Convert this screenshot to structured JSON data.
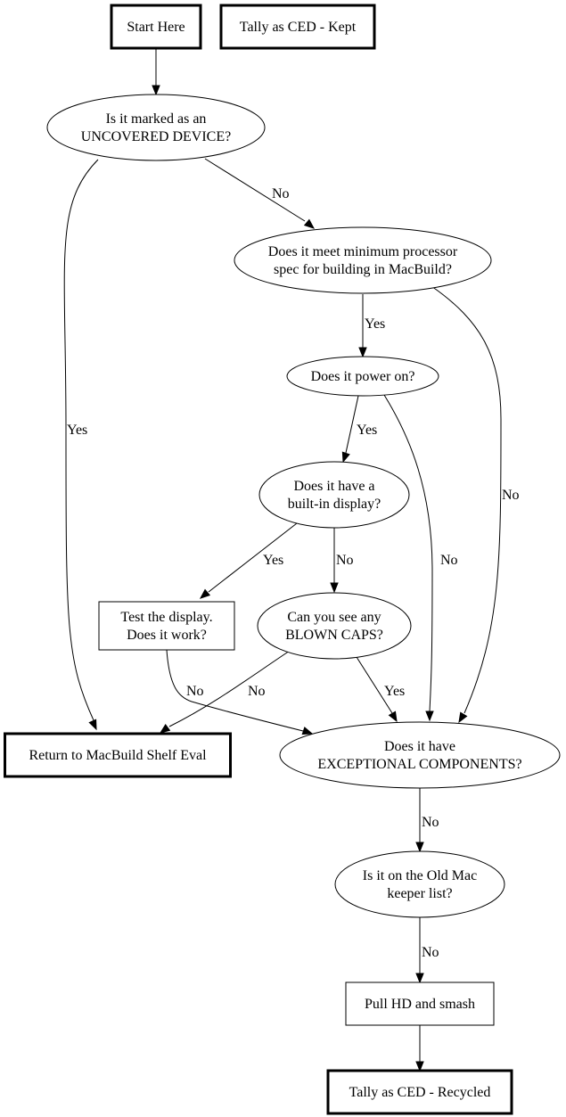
{
  "diagram": {
    "type": "flowchart",
    "nodes": {
      "start": {
        "shape": "box-bold",
        "lines": [
          "Start Here"
        ]
      },
      "kept": {
        "shape": "box-bold",
        "lines": [
          "Tally as CED - Kept"
        ]
      },
      "uncovered": {
        "shape": "ellipse",
        "lines": [
          "Is it marked as an",
          "UNCOVERED DEVICE?"
        ]
      },
      "processor": {
        "shape": "ellipse",
        "lines": [
          "Does it meet minimum processor",
          "spec for building in MacBuild?"
        ]
      },
      "power": {
        "shape": "ellipse",
        "lines": [
          "Does it power on?"
        ]
      },
      "display": {
        "shape": "ellipse",
        "lines": [
          "Does it have a",
          "built-in display?"
        ]
      },
      "testdisplay": {
        "shape": "box",
        "lines": [
          "Test the display.",
          "Does it work?"
        ]
      },
      "caps": {
        "shape": "ellipse",
        "lines": [
          "Can you see any",
          "BLOWN CAPS?"
        ]
      },
      "shelf": {
        "shape": "box-bold",
        "lines": [
          "Return to MacBuild Shelf Eval"
        ]
      },
      "exceptional": {
        "shape": "ellipse",
        "lines": [
          "Does it have",
          "EXCEPTIONAL COMPONENTS?"
        ]
      },
      "keeper": {
        "shape": "ellipse",
        "lines": [
          "Is it on the Old Mac",
          "keeper list?"
        ]
      },
      "pullhd": {
        "shape": "box",
        "lines": [
          "Pull HD and smash"
        ]
      },
      "recycled": {
        "shape": "box-bold",
        "lines": [
          "Tally as CED - Recycled"
        ]
      }
    },
    "edges": [
      {
        "from": "start",
        "to": "uncovered",
        "label": ""
      },
      {
        "from": "uncovered",
        "to": "processor",
        "label": "No"
      },
      {
        "from": "uncovered",
        "to": "shelf",
        "label": "Yes"
      },
      {
        "from": "processor",
        "to": "power",
        "label": "Yes"
      },
      {
        "from": "processor",
        "to": "exceptional",
        "label": "No"
      },
      {
        "from": "power",
        "to": "display",
        "label": "Yes"
      },
      {
        "from": "power",
        "to": "exceptional",
        "label": "No"
      },
      {
        "from": "display",
        "to": "testdisplay",
        "label": "Yes"
      },
      {
        "from": "display",
        "to": "caps",
        "label": "No"
      },
      {
        "from": "testdisplay",
        "to": "exceptional",
        "label": "No"
      },
      {
        "from": "caps",
        "to": "shelf",
        "label": "No"
      },
      {
        "from": "caps",
        "to": "exceptional",
        "label": "Yes"
      },
      {
        "from": "exceptional",
        "to": "keeper",
        "label": "No"
      },
      {
        "from": "keeper",
        "to": "pullhd",
        "label": "No"
      },
      {
        "from": "pullhd",
        "to": "recycled",
        "label": ""
      }
    ]
  }
}
